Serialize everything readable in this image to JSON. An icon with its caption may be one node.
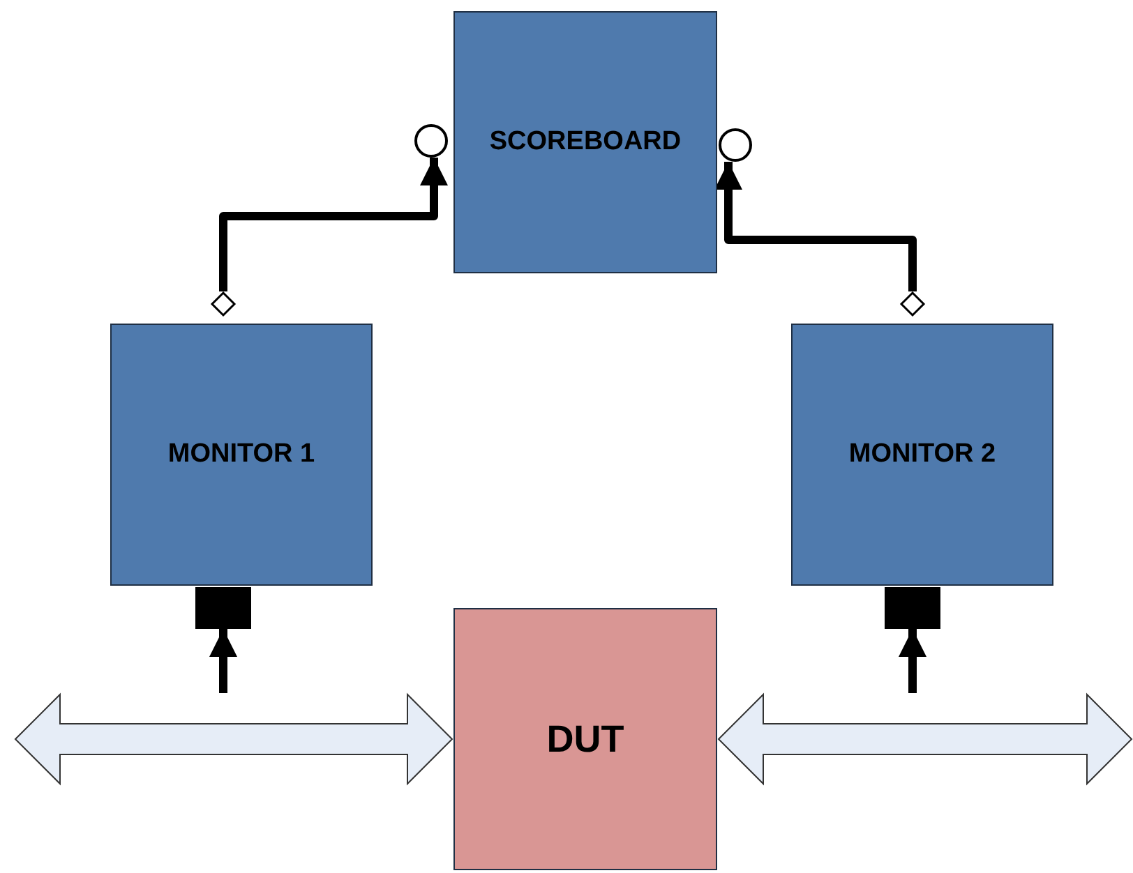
{
  "diagram": {
    "nodes": [
      {
        "text": [],
        "shape": "circle"
      },
      {
        "text": [
          "SCOREBOARD"
        ]
      },
      {
        "text": [],
        "shape": "circle"
      },
      {
        "text": [],
        "shape": "diamond"
      },
      {
        "text": [],
        "shape": "diamond"
      },
      {
        "text": [
          "MONITOR 1"
        ]
      },
      {
        "text": [
          "MONITOR 2"
        ]
      },
      {
        "text": [],
        "shape": "box"
      },
      {
        "text": [],
        "shape": "box"
      },
      {
        "text": [],
        "shape": "arrow"
      },
      {
        "text": [
          "DUT"
        ]
      },
      {
        "text": [],
        "shape": "arrow"
      }
    ],
    "edges": [
      {
        "from": 3,
        "to": 0,
        "arrow": "to"
      },
      {
        "from": 4,
        "to": 2,
        "arrow": "to"
      },
      {
        "from": 9,
        "to": 7,
        "arrow": "to"
      },
      {
        "from": 11,
        "to": 8,
        "arrow": "to"
      }
    ]
  }
}
